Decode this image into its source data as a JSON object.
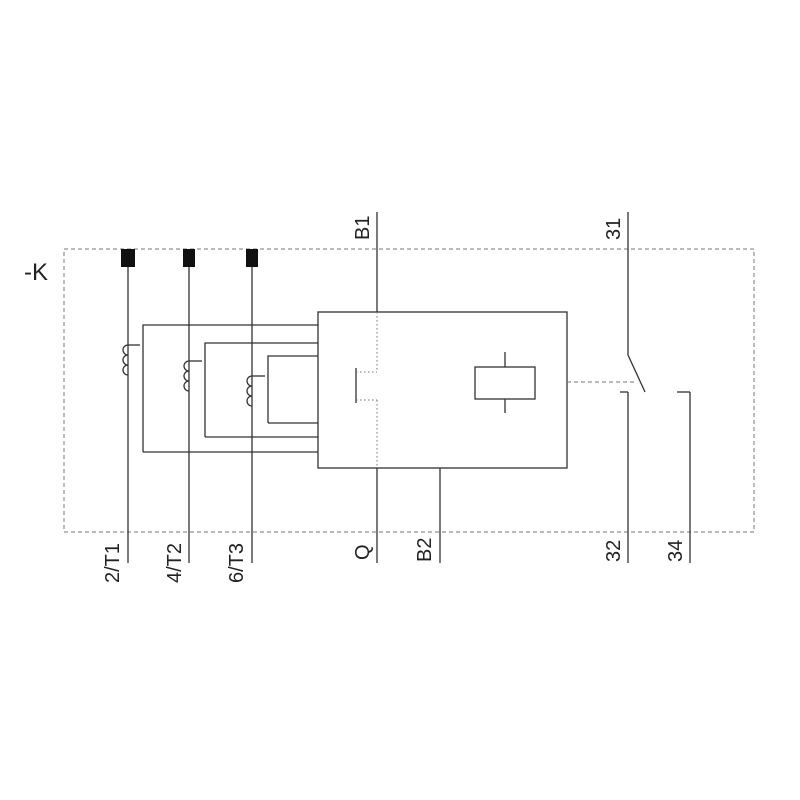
{
  "device": {
    "designation": "-K"
  },
  "terminals": {
    "t1": "2/T1",
    "t2": "4/T2",
    "t3": "6/T3",
    "q": "Q",
    "b1": "B1",
    "b2": "B2",
    "c31": "31",
    "c32": "32",
    "c34": "34"
  },
  "colors": {
    "line": "#333333",
    "boundary": "#777777",
    "terminal": "#111111"
  }
}
